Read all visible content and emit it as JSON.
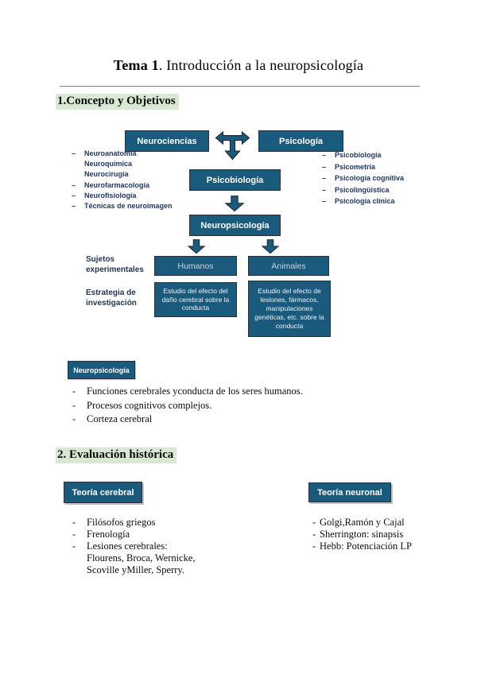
{
  "colors": {
    "box_teal": "#1a5a7c",
    "box_border": "#2b2f38",
    "diagram_text_navy": "#1f3864",
    "heading_highlight_green": "#d9e8d3",
    "box_text_white": "#ffffff"
  },
  "header": {
    "title_bold": "Tema 1",
    "title_rest": ". Introducción a la neuropsicología"
  },
  "section1": {
    "heading": "1.Concepto y Objetivos",
    "diagram": {
      "box_neurociencias": "Neurociencias",
      "box_psicologia": "Psicología",
      "box_psicobiologia": "Psicobiología",
      "box_neuropsicologia": "Neuropsicología",
      "neuro_list": [
        {
          "dash": "–",
          "text": "Neuroanatomía"
        },
        {
          "dash": "",
          "text": "Neuroquímica"
        },
        {
          "dash": "",
          "text": "Neurocirugía"
        },
        {
          "dash": "–",
          "text": "Neurofarmacología"
        },
        {
          "dash": "–",
          "text": "Neurofisiología"
        },
        {
          "dash": "–",
          "text": "Técnicas de neuroimagen"
        }
      ],
      "psico_list": [
        {
          "dash": "–",
          "text": "Psicobiología"
        },
        {
          "dash": "–",
          "text": "Psicometría"
        },
        {
          "dash": "–",
          "text": "Psicología cognitiva"
        },
        {
          "dash": "–",
          "text": "Psicolingüística"
        },
        {
          "dash": "–",
          "text": "Psicología clínica"
        }
      ],
      "row_label_subjects": "Sujetos experimentales",
      "row_label_strategy": "Estrategia de investigación",
      "box_humanos": "Humanos",
      "box_animales": "Animales",
      "box_humanos_strategy": "Estudio del efecto del daño cerebral sobre la conducta",
      "box_animales_strategy": "Estudio del efecto de lesiones, fármacos, manipulaciones genéticas, etc. sobre la conducta"
    },
    "badge": "Neuropsicología",
    "bullets": [
      {
        "dash": "-",
        "text": "Funciones cerebrales yconducta de los seres humanos."
      },
      {
        "dash": "-",
        "text": "Procesos cognitivos complejos."
      },
      {
        "dash": "-",
        "text": "Corteza cerebral"
      }
    ]
  },
  "section2": {
    "heading": "2. Evaluación histórica",
    "box_cerebral": "Teoría cerebral",
    "box_neuronal": "Teoría neuronal",
    "cerebral_items": [
      {
        "dash": "-",
        "text": "Filósofos griegos"
      },
      {
        "dash": "-",
        "text": "Frenología"
      },
      {
        "dash": "-",
        "text": "Lesiones cerebrales:"
      },
      {
        "dash": "",
        "text": "Flourens, Broca, Wernicke,"
      },
      {
        "dash": "",
        "text": "Scoville yMiller, Sperry."
      }
    ],
    "neuronal_items": [
      {
        "dash": "-",
        "text": "Golgi,Ramón y Cajal"
      },
      {
        "dash": "-",
        "text": "Sherrington: sinapsis"
      },
      {
        "dash": "-",
        "text": "Hebb: Potenciación LP"
      }
    ]
  }
}
